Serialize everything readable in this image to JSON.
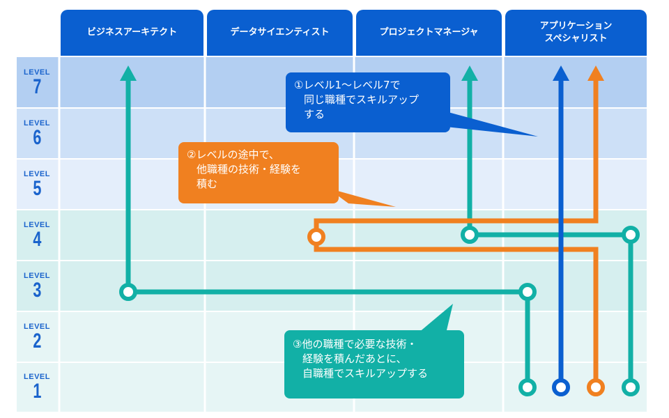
{
  "columns": [
    {
      "label": "ビジネスアーキテクト"
    },
    {
      "label": "データサイエンティスト"
    },
    {
      "label": "プロジェクトマネージャ"
    },
    {
      "label": "アプリケーション\nスペシャリスト"
    }
  ],
  "levels": [
    {
      "word": "LEVEL",
      "num": "7"
    },
    {
      "word": "LEVEL",
      "num": "6"
    },
    {
      "word": "LEVEL",
      "num": "5"
    },
    {
      "word": "LEVEL",
      "num": "4"
    },
    {
      "word": "LEVEL",
      "num": "3"
    },
    {
      "word": "LEVEL",
      "num": "2"
    },
    {
      "word": "LEVEL",
      "num": "1"
    }
  ],
  "callouts": {
    "same_role": {
      "lines": [
        "①レベル1～レベル7で",
        "同じ職種でスキルアップ",
        "する"
      ]
    },
    "other_role_mid": {
      "lines": [
        "②レベルの途中で、",
        "他職種の技術・経験を",
        "積む"
      ]
    },
    "other_then_own": {
      "lines": [
        "③他の職種で必要な技術・",
        "経験を積んだあとに、",
        "自職種でスキルアップする"
      ]
    }
  },
  "colors": {
    "header": "#0a5fd0",
    "teal": "#12b0a6",
    "orange": "#f08020",
    "blue": "#0a5fd0",
    "band_blue_dark": "#b3cff2",
    "band_blue_mid": "#cde0f7",
    "band_blue_light": "#e4eefb",
    "band_teal": "#d6efef",
    "band_teal_light": "#e6f5f5",
    "level_text": "#1a63cc"
  }
}
